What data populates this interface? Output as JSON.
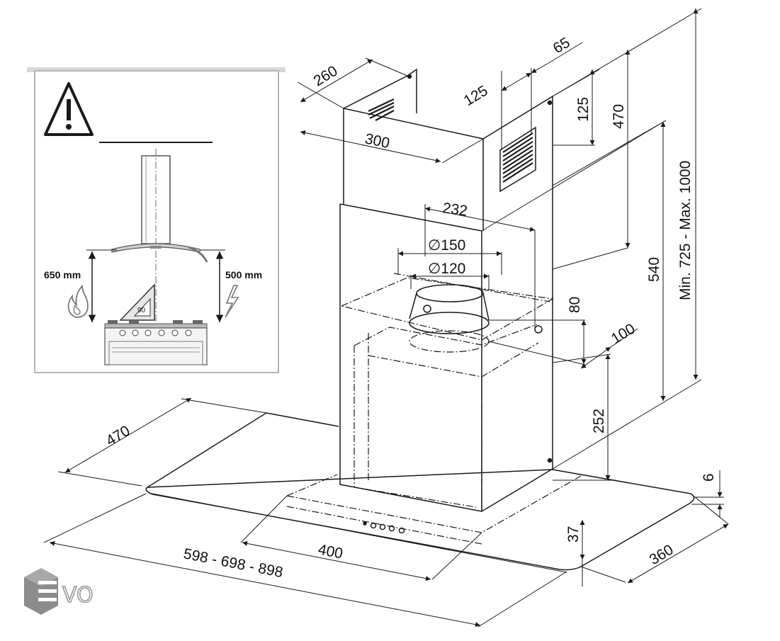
{
  "colors": {
    "line": "#1a1a1a",
    "inset_border": "#b4b4b4",
    "inset_topbar": "#d8d8d8",
    "logo_gray": "#8c8c8c",
    "logo_gray_dark": "#7a7a7a"
  },
  "icons": [
    "warning-triangle-icon",
    "flame-icon",
    "lightning-icon",
    "set-square-icon",
    "evo-logo"
  ],
  "dimensions": {
    "hood_depth": "470",
    "hood_width": "598  -  698  -  898",
    "inner_width": "400",
    "side_depth": "360",
    "glass_thickness": "6",
    "front_offset": "37",
    "chimney_top_depth": "260",
    "chimney_top_width": "300",
    "bracket_spacing": "125",
    "bracket_offset": "65",
    "chimney_vent_height": "125",
    "upper_chimney_height": "470",
    "total_height": "Min.  725  -  Max.  1000",
    "lower_chimney_height": "540",
    "flange_width": "232",
    "outlet_outer": "∅150",
    "outlet_inner": "∅120",
    "flange_height": "80",
    "flange_depth": "100",
    "body_height": "252"
  },
  "inset": {
    "gas_clearance": "650 mm",
    "electric_clearance": "500 mm",
    "angle": "90"
  },
  "logo_text": "VO"
}
